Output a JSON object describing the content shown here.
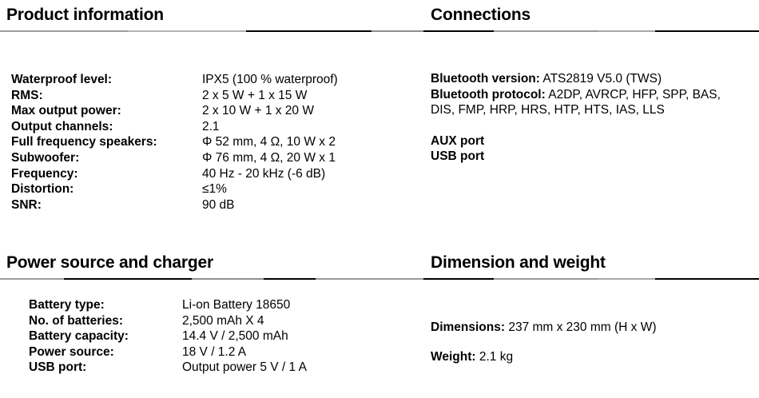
{
  "sections": {
    "product_information": {
      "heading": "Product information",
      "rows": [
        {
          "label": "Waterproof level:",
          "value": "IPX5 (100 % waterproof)"
        },
        {
          "label": "RMS:",
          "value": "2 x 5 W + 1 x 15 W"
        },
        {
          "label": "Max output power:",
          "value": "2 x 10 W + 1 x 20 W"
        },
        {
          "label": "Output channels:",
          "value": "2.1"
        },
        {
          "label": "Full frequency speakers:",
          "value": "Φ 52 mm, 4 Ω, 10 W x 2"
        },
        {
          "label": "Subwoofer:",
          "value": "Φ 76 mm, 4 Ω, 20 W x 1"
        },
        {
          "label": "Frequency:",
          "value": "40 Hz - 20 kHz (-6 dB)"
        },
        {
          "label": "Distortion:",
          "value": "≤1%"
        },
        {
          "label": "SNR:",
          "value": "90 dB"
        }
      ]
    },
    "connections": {
      "heading": "Connections",
      "bluetooth_version_label": "Bluetooth version:",
      "bluetooth_version_value": "ATS2819 V5.0 (TWS)",
      "bluetooth_protocol_label": "Bluetooth protocol:",
      "bluetooth_protocol_value": "A2DP, AVRCP, HFP, SPP, BAS, DIS, FMP, HRP, HRS, HTP, HTS, IAS, LLS",
      "ports": [
        "AUX port",
        "USB port"
      ]
    },
    "power_source_and_charger": {
      "heading": "Power source and charger",
      "rows": [
        {
          "label": "Battery type:",
          "value": "Li-on Battery 18650"
        },
        {
          "label": "No. of batteries:",
          "value": "2,500 mAh X 4"
        },
        {
          "label": "Battery capacity:",
          "value": "14.4 V / 2,500 mAh"
        },
        {
          "label": "Power source:",
          "value": "18 V / 1.2 A"
        },
        {
          "label": "USB port:",
          "value": "Output power 5 V / 1 A"
        }
      ]
    },
    "dimension_and_weight": {
      "heading": "Dimension and weight",
      "dimensions_label": "Dimensions:",
      "dimensions_value": "237 mm x 230 mm (H x W)",
      "weight_label": "Weight:",
      "weight_value": "2.1 kg"
    }
  },
  "colors": {
    "text": "#000000",
    "background": "#ffffff",
    "rule_grey": "#9d9d9d",
    "rule_black": "#000000"
  }
}
